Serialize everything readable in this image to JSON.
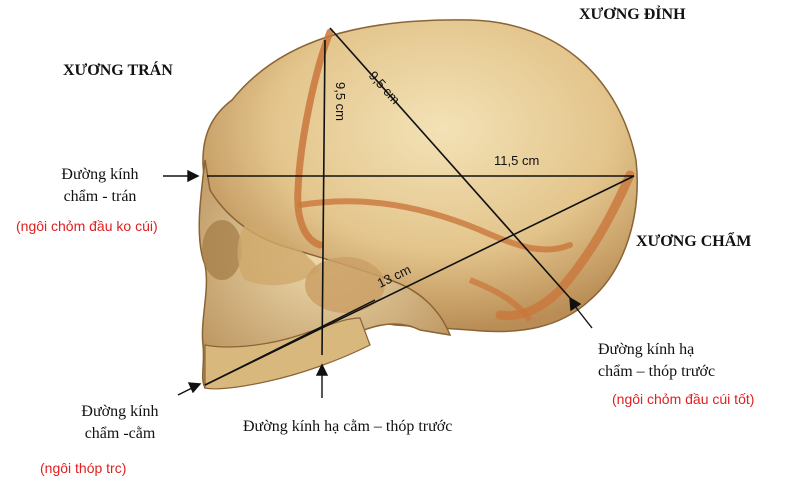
{
  "bones": {
    "frontal": "XƯƠNG TRÁN",
    "parietal": "XƯƠNG ĐỈNH",
    "occipital": "XƯƠNG CHẨM"
  },
  "measurements": {
    "m1": "9,5 cm",
    "m2": "9,5 cm",
    "m3": "11,5 cm",
    "m4": "13 cm"
  },
  "diameters": {
    "occipitofrontal": {
      "line1": "Đường kính",
      "line2": "chẩm - trán",
      "note": "(ngôi chỏm đầu ko cúi)"
    },
    "suboccipitobregmatic": {
      "line1": "Đường kính hạ",
      "line2": "chẩm – thóp trước",
      "note": "(ngôi chỏm đầu cúi tốt)"
    },
    "occipitomental": {
      "line1": "Đường kính",
      "line2": "chẩm -cằm",
      "note": "(ngôi thóp trc)"
    },
    "submentobregmatic": {
      "label": "Đường kính hạ cằm – thóp trước"
    }
  },
  "colors": {
    "note_red": "#e02020",
    "bone_light": "#e9d19c",
    "bone_dark": "#b8905a",
    "suture": "#c9773c"
  }
}
